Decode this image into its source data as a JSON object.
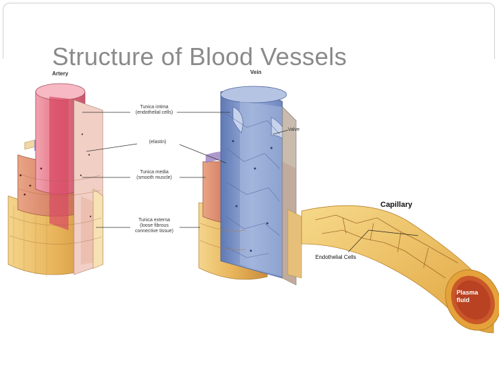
{
  "slide": {
    "title": "Structure of Blood Vessels"
  },
  "figure": {
    "artery_label": "Artery",
    "vein_label": "Vein",
    "labels": {
      "tunica_intima": "Tunica intima",
      "tunica_intima_sub": "(endothelial cells)",
      "elastin": "(elastin)",
      "tunica_media": "Tunica media",
      "tunica_media_sub": "(smooth muscle)",
      "tunica_externa": "Tunica externa",
      "tunica_externa_sub1": "(loose fibrous",
      "tunica_externa_sub2": "connective tissue)",
      "valve": "Valve"
    },
    "capillary": {
      "title": "Capillary",
      "endothelial_cells": "Endothelial Cells",
      "plasma_line1": "Plasma",
      "plasma_line2": "fluid"
    }
  },
  "colors": {
    "artery_inner": "#e5707f",
    "artery_media": "#d8896a",
    "artery_externa": "#e8b860",
    "vein_inner": "#8ea4cf",
    "capillary": "#e8b447",
    "title": "#8a8a8a"
  }
}
